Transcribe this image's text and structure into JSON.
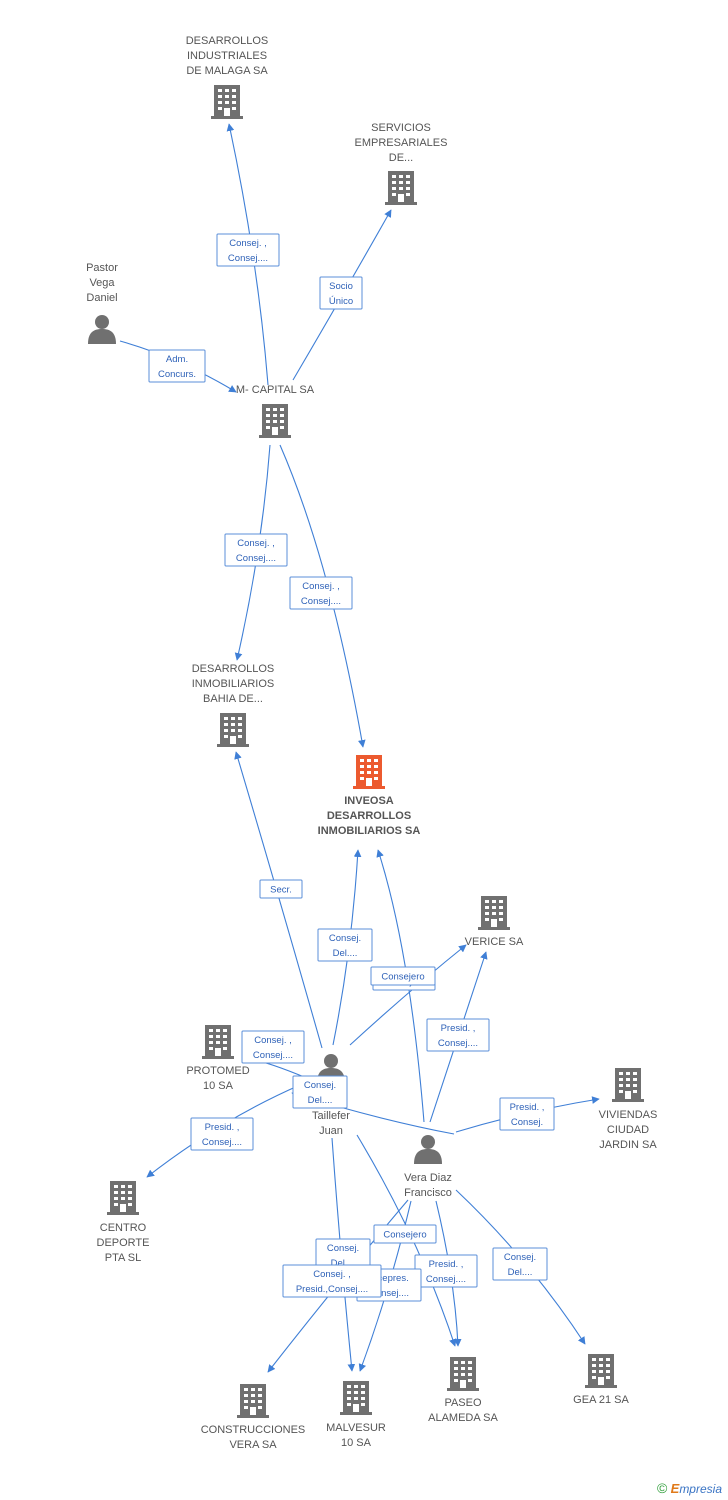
{
  "colors": {
    "node_default": "#707070",
    "node_focus": "#ec5a2f",
    "edge": "#3f7fd6",
    "label_border": "#5b8fd9",
    "label_text": "#2f62b8"
  },
  "nodes": [
    {
      "id": "dims",
      "kind": "company",
      "focus": false,
      "lines": [
        "DESARROLLOS",
        "INDUSTRIALES",
        "DE MALAGA SA"
      ]
    },
    {
      "id": "servicios",
      "kind": "company",
      "focus": false,
      "lines": [
        "SERVICIOS",
        "EMPRESARIALES",
        "DE..."
      ]
    },
    {
      "id": "pastor",
      "kind": "person",
      "focus": false,
      "lines": [
        "Pastor",
        "Vega",
        "Daniel"
      ]
    },
    {
      "id": "mcapital",
      "kind": "company",
      "focus": false,
      "lines": [
        "M- CAPITAL SA"
      ]
    },
    {
      "id": "bahia",
      "kind": "company",
      "focus": false,
      "lines": [
        "DESARROLLOS",
        "INMOBILIARIOS",
        "BAHIA DE..."
      ]
    },
    {
      "id": "inveosa",
      "kind": "company",
      "focus": true,
      "lines": [
        "INVEOSA",
        "DESARROLLOS",
        "INMOBILIARIOS SA"
      ]
    },
    {
      "id": "verice",
      "kind": "company",
      "focus": false,
      "lines": [
        "VERICE SA"
      ]
    },
    {
      "id": "protomed",
      "kind": "company",
      "focus": false,
      "lines": [
        "PROTOMED",
        "10 SA"
      ]
    },
    {
      "id": "taillefer",
      "kind": "person",
      "focus": false,
      "lines": [
        "...o",
        "Taillefer",
        "Juan"
      ]
    },
    {
      "id": "viviendas",
      "kind": "company",
      "focus": false,
      "lines": [
        "VIVIENDAS",
        "CIUDAD",
        "JARDIN SA"
      ]
    },
    {
      "id": "veradiaz",
      "kind": "person",
      "focus": false,
      "lines": [
        "Vera Diaz",
        "Francisco"
      ]
    },
    {
      "id": "centro",
      "kind": "company",
      "focus": false,
      "lines": [
        "CENTRO",
        "DEPORTE",
        "PTA SL"
      ]
    },
    {
      "id": "construcciones",
      "kind": "company",
      "focus": false,
      "lines": [
        "CONSTRUCCIONES",
        "VERA SA"
      ]
    },
    {
      "id": "malvesur",
      "kind": "company",
      "focus": false,
      "lines": [
        "MALVESUR",
        "10 SA"
      ]
    },
    {
      "id": "paseo",
      "kind": "company",
      "focus": false,
      "lines": [
        "PASEO",
        "ALAMEDA SA"
      ]
    },
    {
      "id": "gea",
      "kind": "company",
      "focus": false,
      "lines": [
        "GEA 21 SA"
      ]
    }
  ],
  "edges": [
    {
      "id": "e1",
      "lines": [
        "Consej. ,",
        "Consej...."
      ]
    },
    {
      "id": "e2",
      "lines": [
        "Socio",
        "Único"
      ]
    },
    {
      "id": "e3",
      "lines": [
        "Adm.",
        "Concurs."
      ]
    },
    {
      "id": "e4",
      "lines": [
        "Consej. ,",
        "Consej...."
      ]
    },
    {
      "id": "e5",
      "lines": [
        "Consej. ,",
        "Consej...."
      ]
    },
    {
      "id": "e6",
      "lines": [
        "Secr."
      ]
    },
    {
      "id": "e7",
      "lines": [
        "Consej.",
        "Del...."
      ]
    },
    {
      "id": "e8",
      "lines": [
        "Consejero"
      ]
    },
    {
      "id": "e9",
      "lines": [
        "Consejero"
      ]
    },
    {
      "id": "e10",
      "lines": [
        "Presid. ,",
        "Consej...."
      ]
    },
    {
      "id": "e11",
      "lines": [
        "Consej. ,",
        "Consej...."
      ]
    },
    {
      "id": "e12",
      "lines": [
        "Consej.",
        "Del...."
      ]
    },
    {
      "id": "e13",
      "lines": [
        "Presid. ,",
        "Consej."
      ]
    },
    {
      "id": "e14",
      "lines": [
        "Presid. ,",
        "Consej...."
      ]
    },
    {
      "id": "e15",
      "lines": [
        "Consejero"
      ]
    },
    {
      "id": "e16",
      "lines": [
        "Consej.",
        "Del...."
      ]
    },
    {
      "id": "e17",
      "lines": [
        "Presid. ,",
        "Consej...."
      ]
    },
    {
      "id": "e18",
      "lines": [
        "Consej.",
        "Del...."
      ]
    },
    {
      "id": "e19",
      "lines": [
        "Vicepres.",
        "Consej...."
      ]
    },
    {
      "id": "e20",
      "lines": [
        "Consej. ,",
        "Presid.,Consej...."
      ]
    }
  ],
  "footer": {
    "copyright": "©",
    "brand_first": "E",
    "brand_rest": "mpresia"
  }
}
